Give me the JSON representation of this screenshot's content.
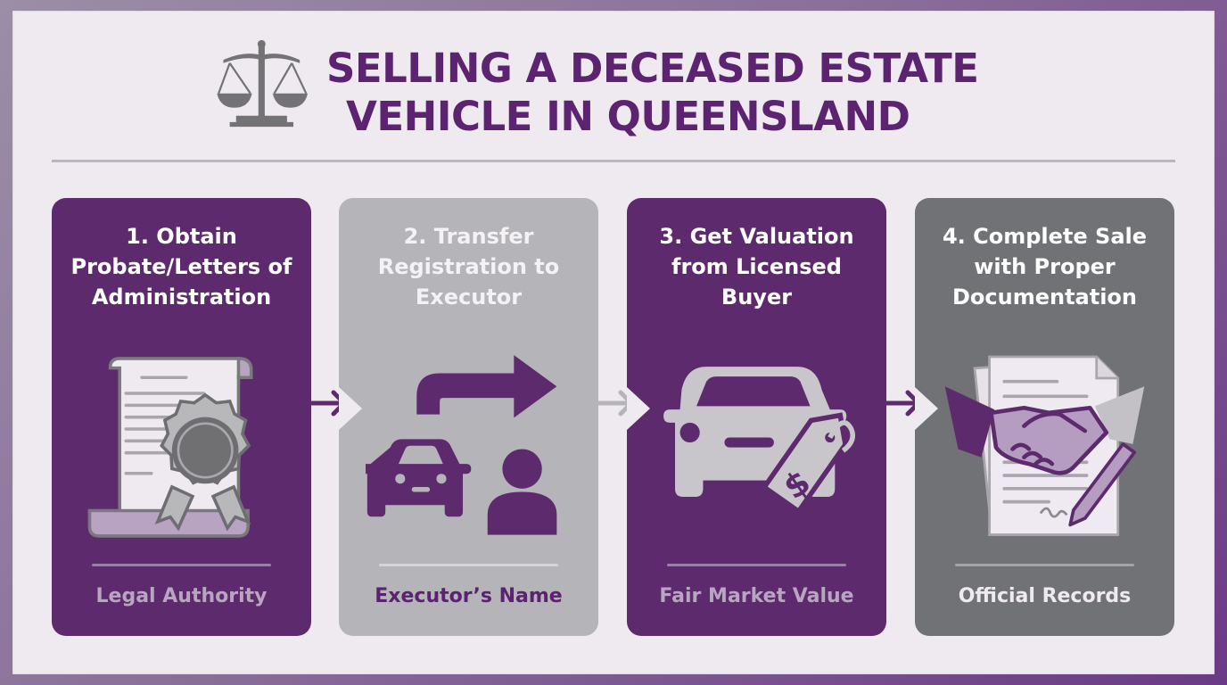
{
  "header": {
    "title_line1": "Selling a Deceased Estate",
    "title_line2": "Vehicle in Queensland",
    "icon": "scales-of-justice-icon"
  },
  "colors": {
    "purple": "#5e2a6e",
    "title_purple": "#5c2470",
    "light_gray": "#b5b4b8",
    "dark_gray": "#707275",
    "background": "#efe9f0"
  },
  "steps": [
    {
      "number": "1",
      "heading": "1. Obtain Probate/Letters of Administration",
      "icon": "certificate-scroll-with-seal-icon",
      "footer": "Legal Authority",
      "style": "purple"
    },
    {
      "number": "2",
      "heading": "2. Transfer Registration to Executor",
      "icon": "car-transfer-to-person-icon",
      "footer": "Executor’s Name",
      "style": "lightgray"
    },
    {
      "number": "3",
      "heading": "3. Get Valuation from Licensed Buyer",
      "icon": "car-with-price-tag-icon",
      "footer": "Fair Market Value",
      "style": "purple"
    },
    {
      "number": "4",
      "heading": "4. Complete Sale with Proper Documentation",
      "icon": "handshake-documents-pen-icon",
      "footer": "Official Records",
      "style": "darkgray"
    }
  ],
  "connectors": [
    {
      "from": "1",
      "to": "2",
      "icon": "arrow-right-icon",
      "color": "#5e2a6e"
    },
    {
      "from": "2",
      "to": "3",
      "icon": "arrow-right-icon",
      "color": "#b5b4b8"
    },
    {
      "from": "3",
      "to": "4",
      "icon": "arrow-right-icon",
      "color": "#5e2a6e"
    }
  ]
}
